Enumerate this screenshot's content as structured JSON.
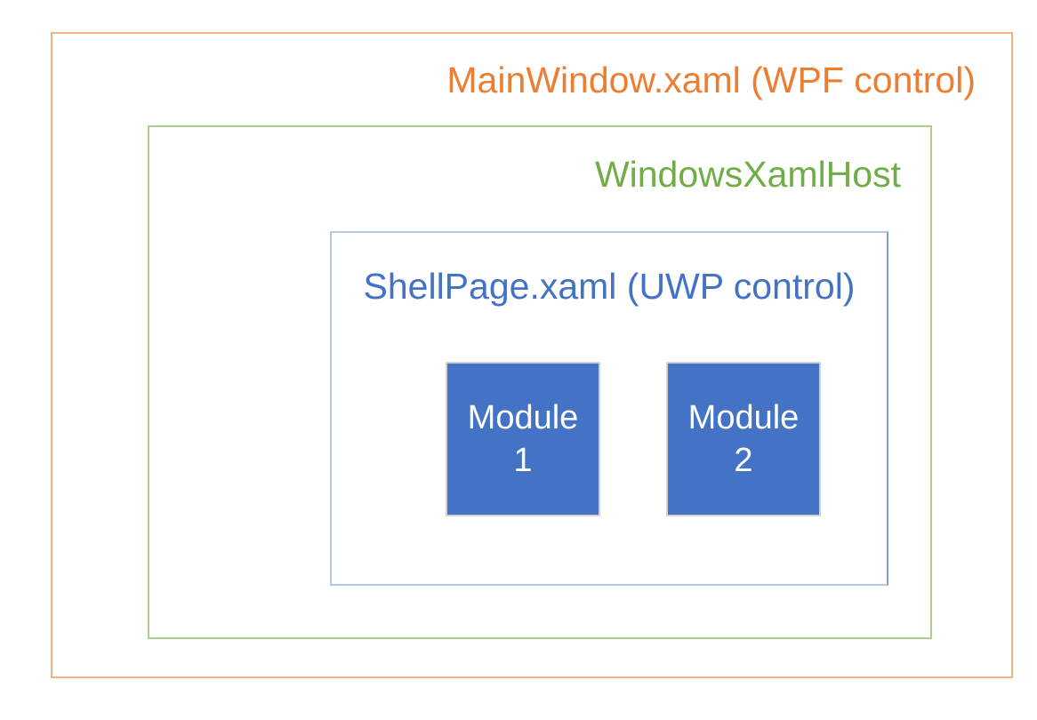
{
  "diagram": {
    "title": "MainWindow.xaml (WPF control)",
    "outer_box": {
      "label": "MainWindow.xaml (WPF control)",
      "text_color": "#ED7D31",
      "border_color": "#F4B183"
    },
    "host_box": {
      "label": "WindowsXamlHost",
      "text_color": "#70AD47",
      "border_color": "#A9D18E"
    },
    "shell_box": {
      "label": "ShellPage.xaml (UWP control)",
      "text_color": "#4472C4",
      "border_color": "#B4C7E7"
    },
    "modules": [
      {
        "name": "Module 1",
        "lines": [
          "Module",
          "1"
        ],
        "fill_color": "#4472C4",
        "text_color": "#FFFFFF",
        "border_color": "#D2D2D2"
      },
      {
        "name": "Module 2",
        "lines": [
          "Module",
          "2"
        ],
        "fill_color": "#4472C4",
        "text_color": "#FFFFFF",
        "border_color": "#D2D2D2"
      }
    ]
  }
}
